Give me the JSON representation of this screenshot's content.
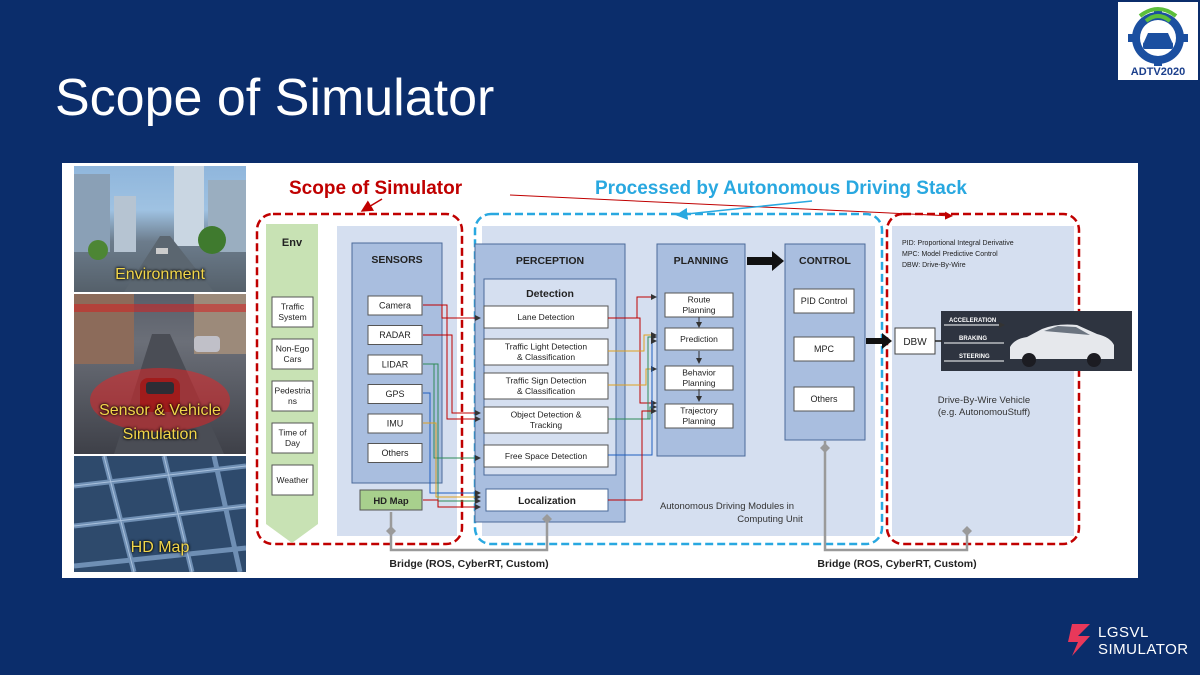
{
  "slide": {
    "title": "Scope of Simulator",
    "logo_text": "ADTV2020",
    "brand_line1": "LGSVL",
    "brand_line2": "SIMULATOR"
  },
  "thumbnails": [
    {
      "caption": "Environment"
    },
    {
      "caption": "Sensor & Vehicle",
      "caption2": "Simulation"
    },
    {
      "caption": "HD Map"
    }
  ],
  "diagram": {
    "scope_label": "Scope of Simulator",
    "processed_label": "Processed by Autonomous Driving Stack",
    "env": {
      "title": "Env",
      "items": [
        "Traffic System",
        "Non-Ego Cars",
        "Pedestrians",
        "Time of Day",
        "Weather"
      ]
    },
    "sensors": {
      "title": "SENSORS",
      "items": [
        "Camera",
        "RADAR",
        "LIDAR",
        "GPS",
        "IMU",
        "Others"
      ],
      "hd_map": "HD Map"
    },
    "perception": {
      "title": "PERCEPTION",
      "detection_title": "Detection",
      "items": [
        "Lane Detection",
        "Traffic Light Detection & Classification",
        "Traffic Sign Detection & Classification",
        "Object Detection & Tracking",
        "Free Space Detection"
      ],
      "localization": "Localization"
    },
    "planning": {
      "title": "PLANNING",
      "items": [
        "Route Planning",
        "Prediction",
        "Behavior Planning",
        "Trajectory Planning"
      ]
    },
    "control": {
      "title": "CONTROL",
      "items": [
        "PID Control",
        "MPC",
        "Others"
      ]
    },
    "ad_modules_note": "Autonomous Driving Modules in Computing Unit",
    "legend": [
      "PID: Proportional Integral Derivative",
      "MPC: Model Predictive Control",
      "DBW: Drive-By-Wire"
    ],
    "dbw": "DBW",
    "vehicle_labels": [
      "ACCELERATION",
      "BRAKING",
      "STEERING"
    ],
    "dbw_vehicle_line1": "Drive-By-Wire Vehicle",
    "dbw_vehicle_line2": "(e.g. AutonomouStuff)",
    "bridge_left": "Bridge (ROS, CyberRT, Custom)",
    "bridge_right": "Bridge (ROS, CyberRT, Custom)"
  },
  "colors": {
    "background": "#0b2d6b",
    "scope_red": "#c00000",
    "stack_blue": "#29a8e0",
    "panel": "#d5dff0",
    "module": "#a9bedf",
    "env_green": "#c8e2b4"
  }
}
